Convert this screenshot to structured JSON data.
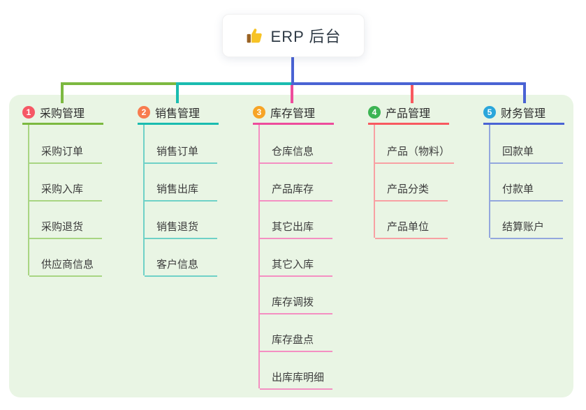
{
  "root": {
    "title": "ERP 后台",
    "icon": "thumbs-up-icon"
  },
  "canvas": {
    "background": "#ffffff",
    "panel_background": "#e9f5e4"
  },
  "connector": {
    "trunk_color": "#4a63d4"
  },
  "branches": [
    {
      "badge": "1",
      "badge_color": "#f65865",
      "line_color": "#7cb940",
      "child_line_color": "#a8d582",
      "title": "采购管理",
      "children": [
        "采购订单",
        "采购入库",
        "采购退货",
        "供应商信息"
      ]
    },
    {
      "badge": "2",
      "badge_color": "#f87c4f",
      "line_color": "#1abcb0",
      "child_line_color": "#6fd1c7",
      "title": "销售管理",
      "children": [
        "销售订单",
        "销售出库",
        "销售退货",
        "客户信息"
      ]
    },
    {
      "badge": "3",
      "badge_color": "#f7a426",
      "line_color": "#ee4c9c",
      "child_line_color": "#f48fc2",
      "title": "库存管理",
      "children": [
        "仓库信息",
        "产品库存",
        "其它出库",
        "其它入库",
        "库存调拨",
        "库存盘点",
        "出库库明细"
      ]
    },
    {
      "badge": "4",
      "badge_color": "#3cb453",
      "line_color": "#f8595f",
      "child_line_color": "#f8a0a3",
      "title": "产品管理",
      "children": [
        "产品（物料）",
        "产品分类",
        "产品单位"
      ]
    },
    {
      "badge": "5",
      "badge_color": "#2aa6db",
      "line_color": "#4a63d4",
      "child_line_color": "#93a7dd",
      "title": "财务管理",
      "children": [
        "回款单",
        "付款单",
        "结算账户"
      ]
    }
  ]
}
